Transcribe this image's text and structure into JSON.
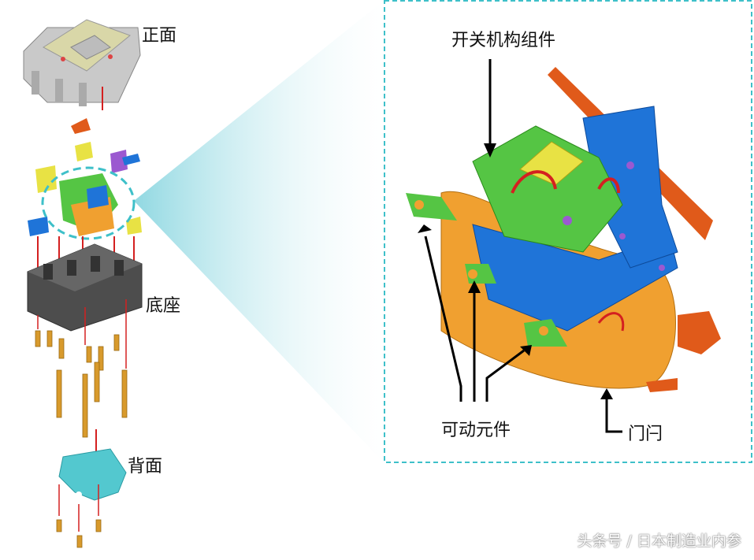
{
  "labels": {
    "front": "正面",
    "base": "底座",
    "back": "背面",
    "switch_mechanism": "开关机构组件",
    "movable_parts": "可动元件",
    "latch": "门闩"
  },
  "watermark": "头条号 / 日本制造业内参",
  "colors": {
    "frame": "#3ec0c9",
    "highlight_fill": "#a6dfe6",
    "green": "#55c544",
    "orange": "#f0a030",
    "blue": "#1f74d8",
    "red_orange": "#e05a1a",
    "yellow": "#e8e244",
    "base_dark": "#4d4d4d",
    "back_plate": "#53c8cf",
    "arrow": "#d42020"
  }
}
